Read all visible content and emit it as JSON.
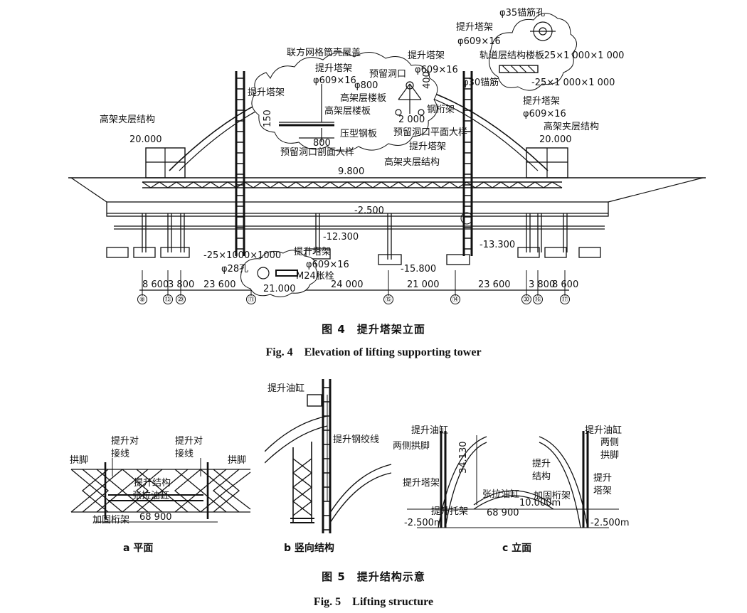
{
  "fig4": {
    "caption_cn": "图 4　提升塔架立面",
    "caption_en": "Fig. 4　Elevation of lifting supporting tower",
    "labels": {
      "roof": "联方网格筒壳屋盖",
      "tower_left": "提升塔架",
      "tower_mid_a": "提升塔架",
      "tower_mid_a_spec": "φ609×16",
      "tower_mid_b": "提升塔架",
      "tower_right_a": "提升塔架",
      "tower_right_a_spec": "φ609×16",
      "tower_right_b": "提升塔架",
      "tower_right_b_spec": "φ609×16",
      "tower_bottom": "提升塔架",
      "tower_bottom_spec": "φ609×16",
      "tower_top": "提升塔架",
      "tower_top_spec": "φ609×16",
      "elevated_left": "高架夹层结构",
      "elevated_right": "高架夹层结构",
      "elevated_center": "高架夹层结构",
      "elev_left": "20.000",
      "elev_right": "20.000",
      "elev_98": "9.800",
      "elev_m25": "-2.500",
      "elev_m123": "-12.300",
      "elev_m133": "-13.300",
      "elev_m158": "-15.800",
      "elev_21": "21.000",
      "hole_section": "预留洞口剖面大样",
      "hole_plan": "预留洞口平面大样",
      "hole_top": "预留洞口",
      "hole_dia": "φ800",
      "floor_slab_a": "高架层楼板",
      "floor_slab_b": "高架层楼板",
      "profiled": "压型钢板",
      "steel_truss": "钢桁架",
      "dim_150": "150",
      "dim_800": "800",
      "dim_400": "400",
      "dim_2000": "2 000",
      "anchor_hole": "φ35锚筋孔",
      "track_slab": "轨道层结构楼板",
      "plate_a": "-25×1 000×1 000",
      "plate_b": "-25×1 000×1 000",
      "anchor_bar": "φ30锚筋",
      "plate_bottom": "-25×1000×1000",
      "hole_28": "φ28孔",
      "bolt": "M24胀栓",
      "dims": [
        "8 600",
        "3 800",
        "23 600",
        "24 000",
        "21 000",
        "23 600",
        "3 800",
        "8 600"
      ],
      "axes": [
        "⑧",
        "⑬",
        "㉙",
        "⑪",
        "⑮",
        "⑭",
        "㉚",
        "⑯",
        "⑰"
      ]
    }
  },
  "fig5": {
    "caption_cn": "图 5　提升结构示意",
    "caption_en": "Fig. 5　Lifting structure",
    "sub_a": "a 平面",
    "sub_b": "b 竖向结构",
    "sub_c": "c 立面",
    "a": {
      "arch_foot_l": "拱脚",
      "arch_foot_r": "拱脚",
      "joint_l": "提升对接线",
      "joint_r": "提升对接线",
      "lift_struct": "提升结构",
      "tension_cyl": "张拉油缸",
      "reinforce": "加固桁架",
      "dim": "68 900"
    },
    "b": {
      "cylinder": "提升油缸",
      "strand": "提升钢绞线"
    },
    "c": {
      "cyl_l": "提升油缸",
      "cyl_r": "提升油缸",
      "foot_l": "两侧拱脚",
      "foot_r": "两侧拱脚",
      "tower_l": "提升塔架",
      "tower_r": "提升塔架",
      "lift_struct": "提升结构",
      "reinforce": "加固桁架",
      "tension": "张拉油缸",
      "bracket": "提升托架",
      "height": "34.130",
      "dim_10": "10.000m",
      "span": "68 900",
      "elev_l": "-2.500m",
      "elev_r": "-2.500m"
    }
  }
}
